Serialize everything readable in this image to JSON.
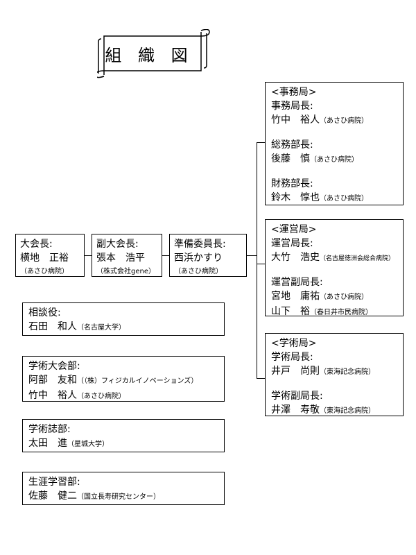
{
  "title": "組 織 図",
  "chain": {
    "president": {
      "role": "大会長:",
      "name": "横地　正裕",
      "affiliation": "（あさひ病院）"
    },
    "vice_president": {
      "role": "副大会長:",
      "name": "張本　浩平",
      "affiliation": "（株式会社gene）"
    },
    "prep_chair": {
      "role": "準備委員長:",
      "name": "西浜かすり",
      "affiliation": "（あさひ病院）"
    }
  },
  "secretariat": {
    "header": "<事務局>",
    "entries": [
      {
        "role": "事務局長:",
        "name": "竹中　裕人",
        "affiliation": "（あさひ病院）"
      },
      {
        "role": "総務部長:",
        "name": "後藤　慎",
        "affiliation": "（あさひ病院）"
      },
      {
        "role": "財務部長:",
        "name": "鈴木　惇也",
        "affiliation": "（あさひ病院）"
      }
    ]
  },
  "operations": {
    "header": "<運営局>",
    "head_role": "運営局長:",
    "head_name": "大竹　浩史",
    "head_affiliation": "（名古屋徳洲会総合病院）",
    "deputy_role": "運営副局長:",
    "deputies": [
      {
        "name": "宮地　庸祐",
        "affiliation": "（あさひ病院）"
      },
      {
        "name": "山下　裕",
        "affiliation": "（春日井市民病院）"
      }
    ]
  },
  "academic": {
    "header": "<学術局>",
    "entries": [
      {
        "role": "学術局長:",
        "name": "井戸　尚則",
        "affiliation": "（東海記念病院）"
      },
      {
        "role": "学術副局長:",
        "name": "井澤　寿敬",
        "affiliation": "（東海記念病院）"
      }
    ]
  },
  "advisor": {
    "role": "相談役:",
    "name": "石田　和人",
    "affiliation": "（名古屋大学）"
  },
  "congress_dept": {
    "role": "学術大会部:",
    "members": [
      {
        "name": "阿部　友和",
        "affiliation": "（（株）フィジカルイノベーションズ）"
      },
      {
        "name": "竹中　裕人",
        "affiliation": "（あさひ病院）"
      }
    ]
  },
  "journal_dept": {
    "role": "学術誌部:",
    "name": "太田　進",
    "affiliation": "（星城大学）"
  },
  "lifelong_dept": {
    "role": "生涯学習部:",
    "name": "佐藤　健二",
    "affiliation": "（国立長寿研究センター）"
  }
}
